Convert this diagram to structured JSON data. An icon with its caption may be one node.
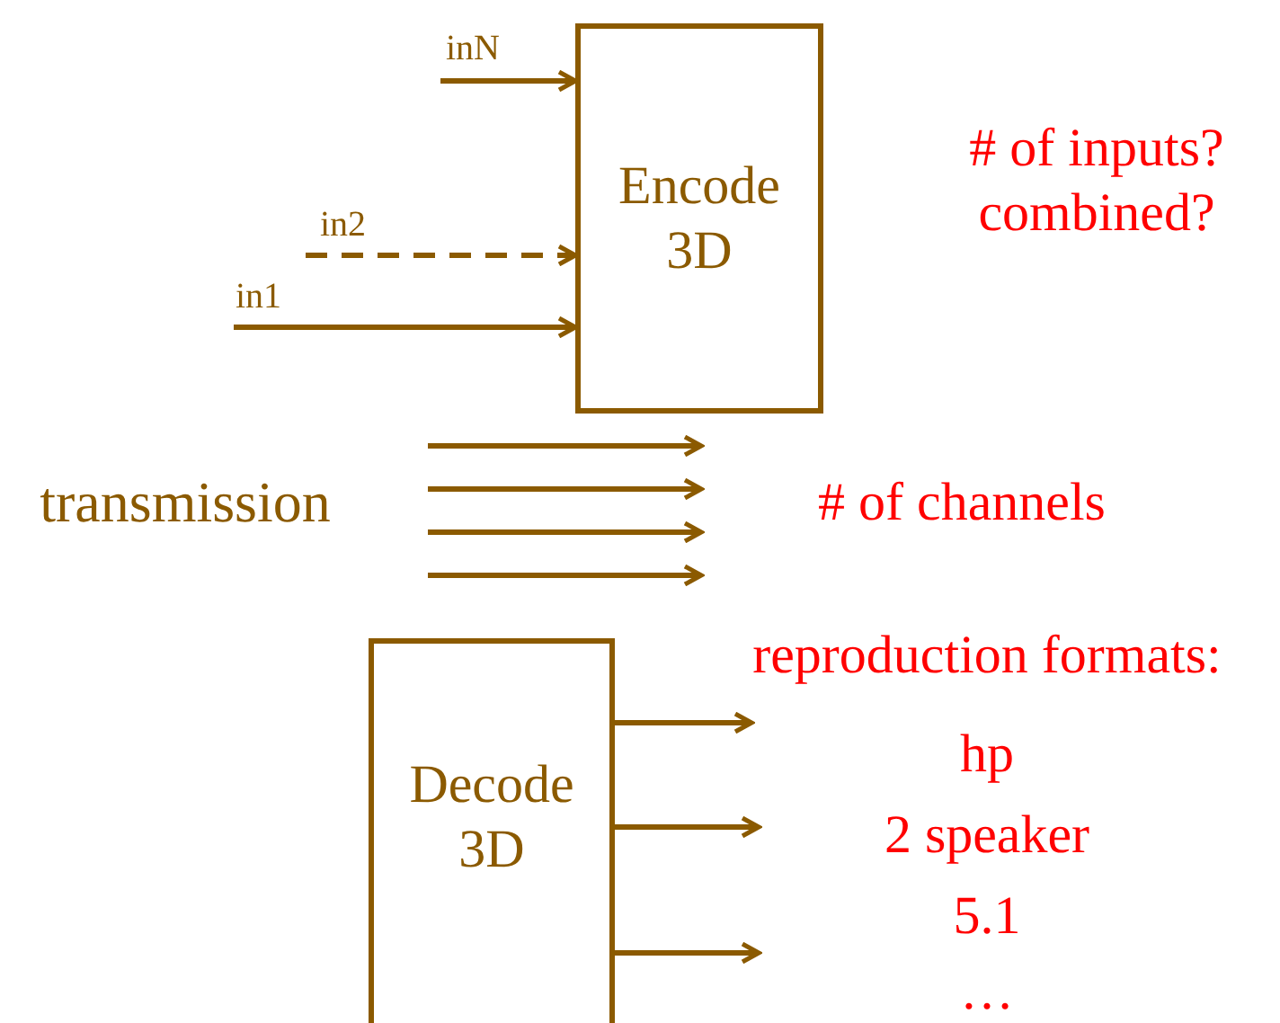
{
  "diagram": {
    "nodes": [
      {
        "text": [
          "Encode 3D"
        ]
      },
      {
        "text": [
          "Decode 3D"
        ]
      }
    ],
    "edges": [
      {
        "from": null,
        "to": 0,
        "arrow": "to",
        "label": "inN"
      },
      {
        "from": null,
        "to": 0,
        "arrow": "to",
        "label": "in2",
        "style": "dashed"
      },
      {
        "from": null,
        "to": 0,
        "arrow": "to",
        "label": "in1"
      },
      {
        "from": 1,
        "to": null,
        "arrow": "to"
      },
      {
        "from": 1,
        "to": null,
        "arrow": "to"
      },
      {
        "from": 1,
        "to": null,
        "arrow": "to"
      }
    ],
    "labels": [
      "# of inputs? combined?",
      "transmission",
      "# of channels",
      "reproduction formats:",
      "hp",
      "2 speaker",
      "5.1",
      "…"
    ]
  }
}
